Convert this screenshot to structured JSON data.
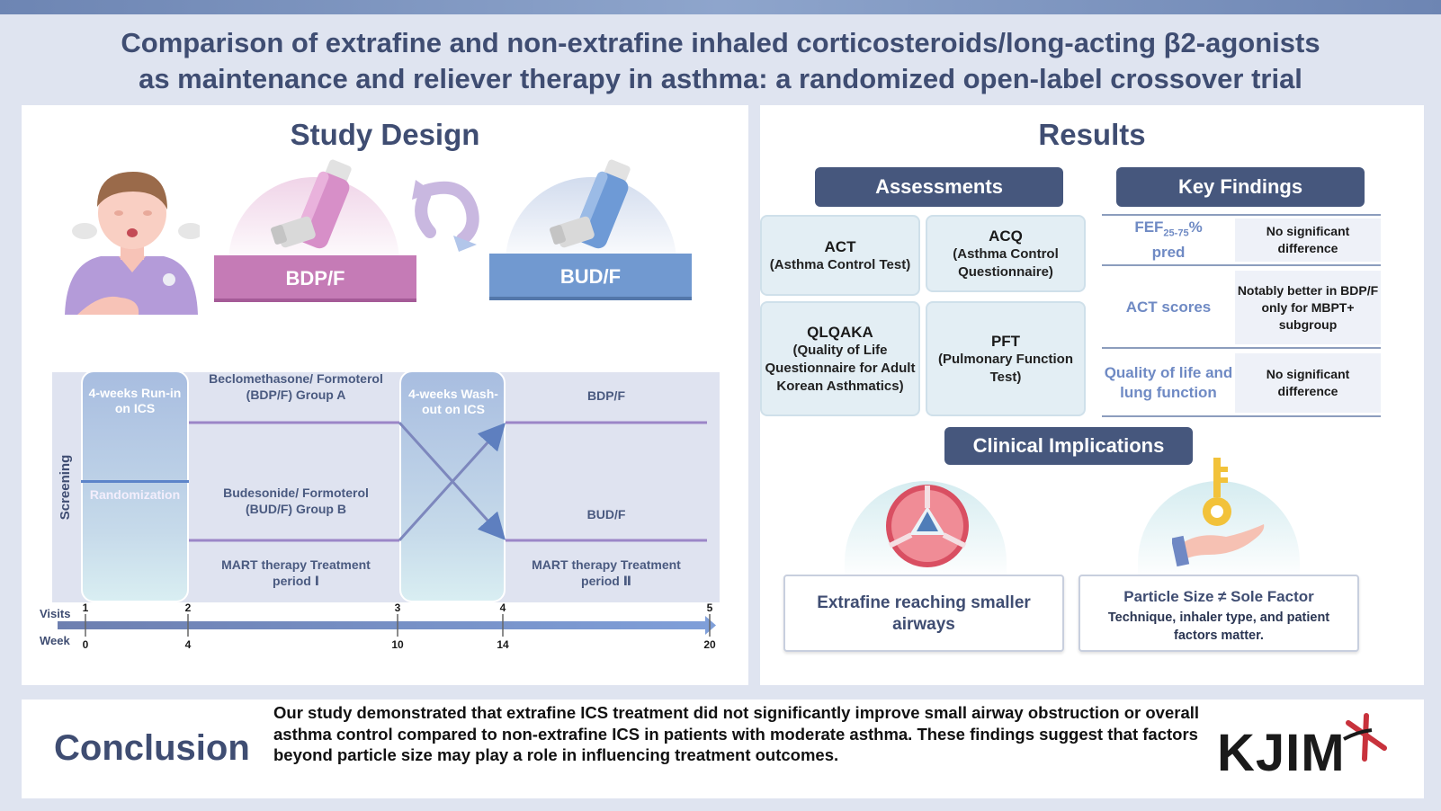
{
  "title": {
    "line1": "Comparison of extrafine and non-extrafine inhaled corticosteroids/long-acting β2-agonists",
    "line2": "as maintenance and reliever therapy in asthma: a randomized open-label crossover trial"
  },
  "study_design": {
    "heading": "Study Design",
    "drug_a": "BDP/F",
    "drug_b": "BUD/F",
    "screening": "Screening",
    "runin": "4-weeks Run-in on ICS",
    "randomization": "Randomization",
    "washout": "4-weeks Wash-out on ICS",
    "group_a": "Beclomethasone/ Formoterol (BDP/F) Group A",
    "group_b": "Budesonide/ Formoterol (BUD/F) Group B",
    "period2_top": "BDP/F",
    "period2_bottom": "BUD/F",
    "period1_label": "MART therapy Treatment period Ⅰ",
    "period2_label": "MART therapy Treatment period Ⅱ",
    "visits_label": "Visits",
    "week_label": "Week",
    "visits": [
      "1",
      "2",
      "3",
      "4",
      "5"
    ],
    "weeks": [
      "0",
      "4",
      "10",
      "14",
      "20"
    ]
  },
  "results": {
    "heading": "Results",
    "assessments_header": "Assessments",
    "key_findings_header": "Key Findings",
    "assessments": [
      {
        "title": "ACT",
        "sub": "(Asthma Control Test)"
      },
      {
        "title": "ACQ",
        "sub": "(Asthma Control Questionnaire)"
      },
      {
        "title": "QLQAKA",
        "sub": "(Quality of Life Questionnaire for Adult Korean Asthmatics)"
      },
      {
        "title": "PFT",
        "sub": "(Pulmonary Function Test)"
      }
    ],
    "key_findings": [
      {
        "measure_main": "FEF",
        "measure_sub": "25-75",
        "measure_suffix": "%",
        "measure_line2": "pred",
        "finding": "No significant difference"
      },
      {
        "measure": "ACT scores",
        "finding": "Notably better in BDP/F only for MBPT+ subgroup"
      },
      {
        "measure": "Quality of life and lung function",
        "finding": "No significant difference"
      }
    ],
    "implications_header": "Clinical Implications",
    "implication_1": "Extrafine reaching smaller airways",
    "implication_2_title": "Particle Size ≠ Sole Factor",
    "implication_2_text": "Technique, inhaler type, and patient factors matter."
  },
  "conclusion": {
    "heading": "Conclusion",
    "text": "Our study demonstrated that extrafine ICS treatment did not significantly improve small airway obstruction or overall asthma control compared to non-extrafine ICS in patients with moderate asthma. These findings suggest that factors beyond particle size may play a role in influencing treatment outcomes."
  },
  "logo": "KJIM",
  "colors": {
    "navy": "#3f4d72",
    "header_pill": "#46577d",
    "pink": "#c57bb6",
    "blue": "#7199d0",
    "key_measure": "#6f8ac4"
  }
}
